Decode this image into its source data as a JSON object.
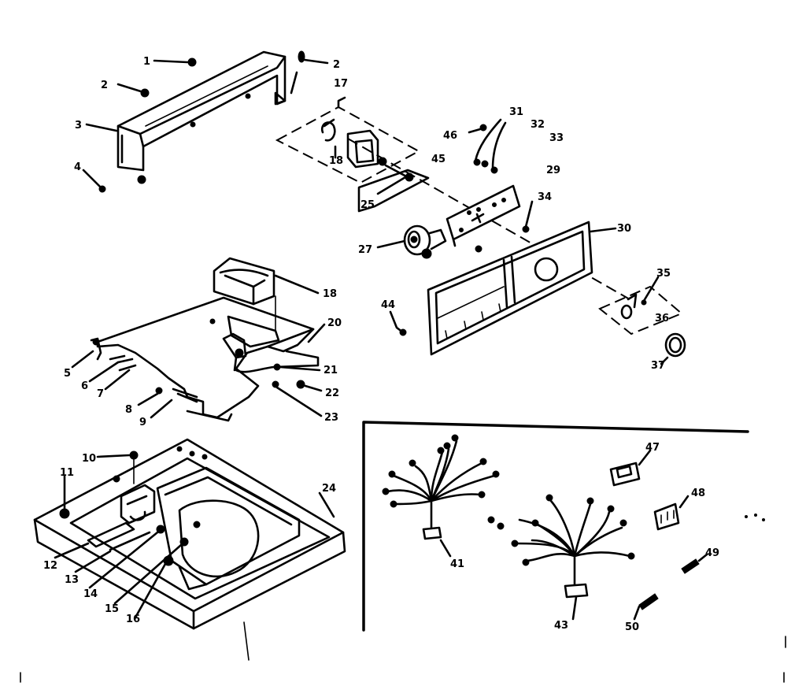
{
  "diagram": {
    "callouts": {
      "c1": "1",
      "c2a": "2",
      "c2b": "2",
      "c3": "3",
      "c4": "4",
      "c5": "5",
      "c6": "6",
      "c7": "7",
      "c8": "8",
      "c9": "9",
      "c10": "10",
      "c11": "11",
      "c12": "12",
      "c13": "13",
      "c14": "14",
      "c15": "15",
      "c16": "16",
      "c17": "17",
      "c18a": "18",
      "c18b": "18",
      "c20": "20",
      "c21": "21",
      "c22": "22",
      "c23": "23",
      "c24": "24",
      "c25": "25",
      "c27": "27",
      "c29": "29",
      "c30": "30",
      "c31": "31",
      "c32": "32",
      "c33": "33",
      "c34": "34",
      "c35": "35",
      "c36": "36",
      "c37": "37",
      "c41": "41",
      "c43": "43",
      "c44": "44",
      "c45": "45",
      "c46": "46",
      "c47": "47",
      "c48": "48",
      "c49": "49",
      "c50": "50"
    }
  }
}
